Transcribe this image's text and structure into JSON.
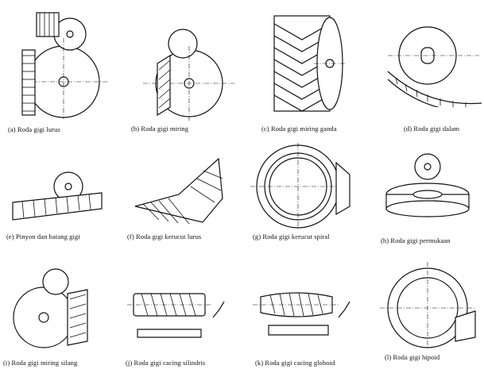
{
  "captions": {
    "a": "(a)  Roda gigi lurus",
    "b": "(b)  Roda gigi miring",
    "c": "(c)  Roda gigi miring ganda",
    "d": "(d)  Roda gigi dalam",
    "e": "(e)  Pinyon dan batang gigi",
    "f": "(f)  Roda gigi kerucut lurus",
    "g": "(g)  Roda gigi kerucut spiral",
    "h": "(h)  Roda gigi permukaan",
    "i": "(i)  Roda gigi miring silang",
    "j": "(j)  Roda gigi cacing silindris",
    "k": "(k)  Roda gigi cacing globoid",
    "l": "(l)  Roda gigi hipoid"
  }
}
